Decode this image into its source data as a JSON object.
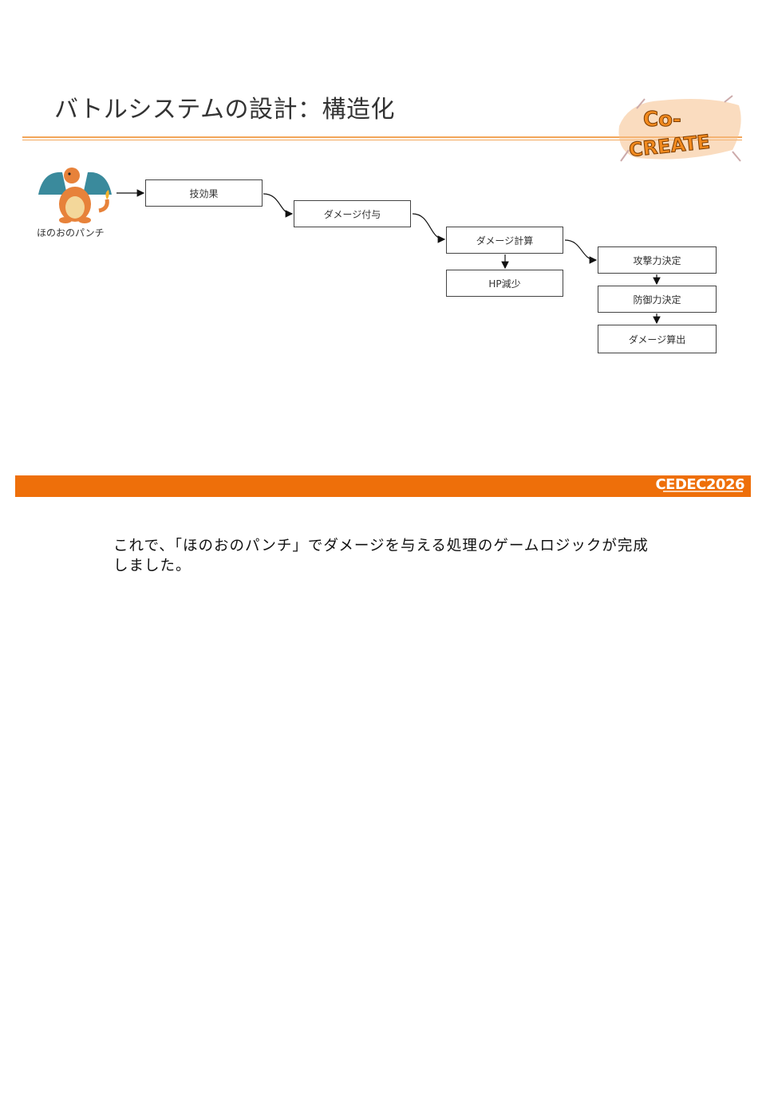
{
  "slide": {
    "title": "バトルシステムの設計：構造化",
    "logo_text_line1": "Co-",
    "logo_text_line2": "CREATE",
    "character_label": "ほのおのパンチ",
    "boxes": {
      "waza_kouka": "技効果",
      "damage_fuyo": "ダメージ付与",
      "damage_keisan": "ダメージ計算",
      "hp_genshou": "HP減少",
      "kougekiryoku": "攻撃力決定",
      "bougyoryoku": "防御力決定",
      "damage_sanshutsu": "ダメージ算出"
    },
    "footer_brand": "CEDEC2026",
    "colors": {
      "accent": "#ee6f0a",
      "rule": "#f2a65a",
      "box_border": "#444444"
    }
  },
  "caption": "これで、「ほのおのパンチ」でダメージを与える処理のゲームロジックが完成しました。"
}
